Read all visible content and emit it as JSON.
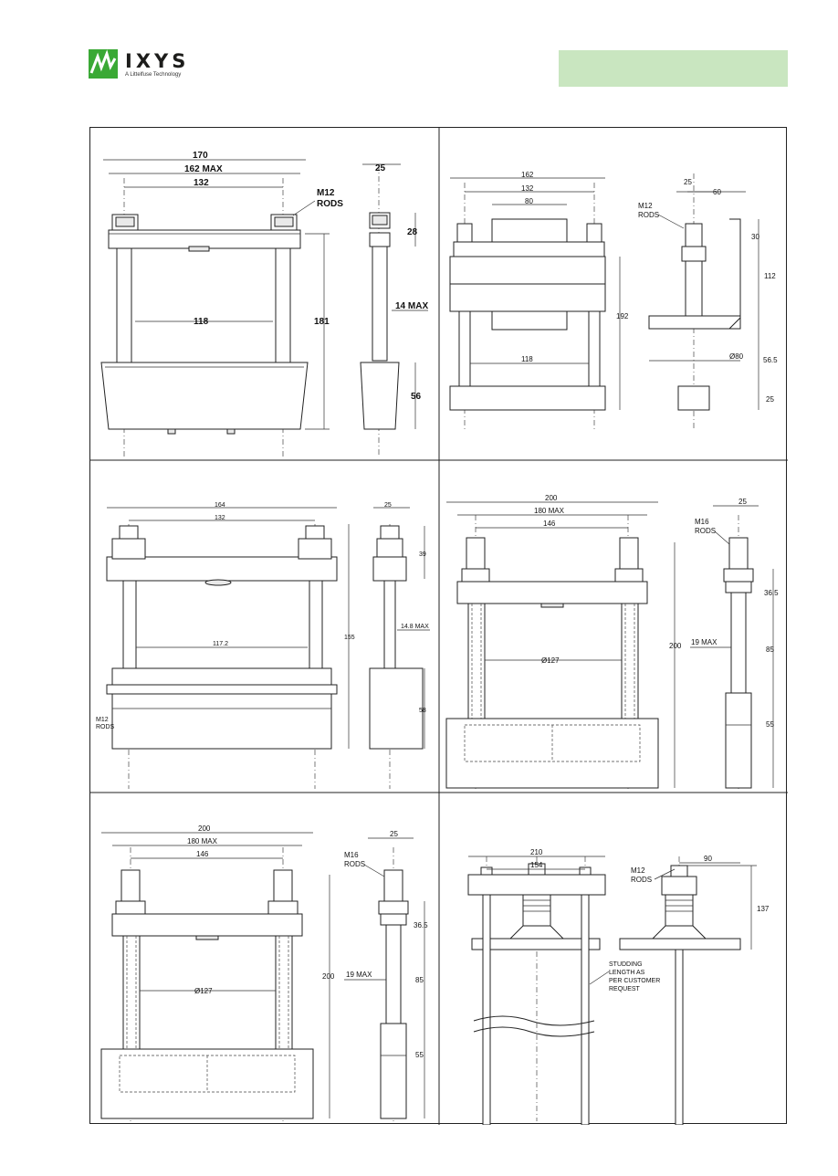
{
  "header": {
    "brand": "IXYS",
    "tagline": "A Littelfuse Technology",
    "accent_color": "#c9e6c0",
    "logo_color": "#3aa935"
  },
  "panels": [
    {
      "labels": {
        "d1": "170",
        "d2": "162 MAX",
        "d3": "132",
        "d4": "M12",
        "d5": "RODS",
        "d6": "118",
        "d7": "181",
        "d8": "25",
        "d9": "28",
        "d10": "14 MAX",
        "d11": "56"
      }
    },
    {
      "labels": {
        "d1": "162",
        "d2": "132",
        "d3": "80",
        "d4": "118",
        "d5": "192",
        "d6": "25",
        "d7": "60",
        "d8": "M12",
        "d9": "RODS",
        "d10": "30",
        "d11": "112",
        "d12": "Ø80",
        "d13": "56.5",
        "d14": "25"
      }
    },
    {
      "labels": {
        "d1": "164",
        "d2": "132",
        "d3": "M12",
        "d4": "RODS",
        "d5": "117.2",
        "d6": "155",
        "d7": "25",
        "d8": "39",
        "d9": "14.8 MAX",
        "d10": "58"
      }
    },
    {
      "labels": {
        "d1": "200",
        "d2": "180 MAX",
        "d3": "146",
        "d4": "Ø127",
        "d5": "200",
        "d6": "25",
        "d7": "M16",
        "d8": "RODS",
        "d9": "36.5",
        "d10": "19 MAX",
        "d11": "85",
        "d12": "55"
      }
    },
    {
      "labels": {
        "d1": "200",
        "d2": "180 MAX",
        "d3": "146",
        "d4": "Ø127",
        "d5": "200",
        "d6": "25",
        "d7": "M16",
        "d8": "RODS",
        "d9": "36.5",
        "d10": "19 MAX",
        "d11": "85",
        "d12": "55"
      }
    },
    {
      "labels": {
        "d1": "210",
        "d2": "154",
        "d3": "90",
        "d4": "M12",
        "d5": "RODS",
        "d6": "137",
        "d7": "STUDDING",
        "d8": "LENGTH AS",
        "d9": "PER CUSTOMER",
        "d10": "REQUEST"
      }
    }
  ]
}
